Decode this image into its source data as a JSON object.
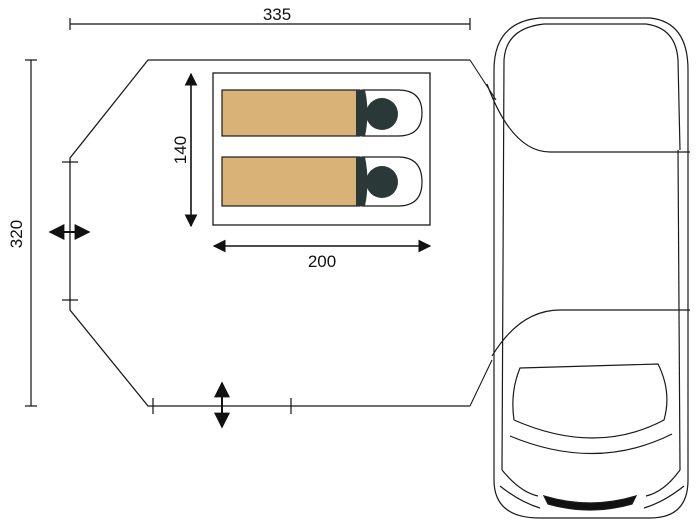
{
  "dimensions": {
    "awning_width": "335",
    "awning_depth": "320",
    "inner_tent_depth": "140",
    "inner_tent_width": "200"
  },
  "colors": {
    "mattress": "#d8b277",
    "pillow_dark": "#2b3838",
    "line": "#1a1a1a"
  },
  "icons": {
    "side_door": "double-arrow-horizontal-icon",
    "front_door": "double-arrow-vertical-icon",
    "vehicle": "car-top-view-icon"
  }
}
